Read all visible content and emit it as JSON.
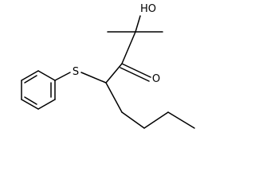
{
  "structure": {
    "atoms": {
      "hydroxyl": "HO",
      "carbonyl_oxygen": "O",
      "sulfur": "S"
    }
  }
}
